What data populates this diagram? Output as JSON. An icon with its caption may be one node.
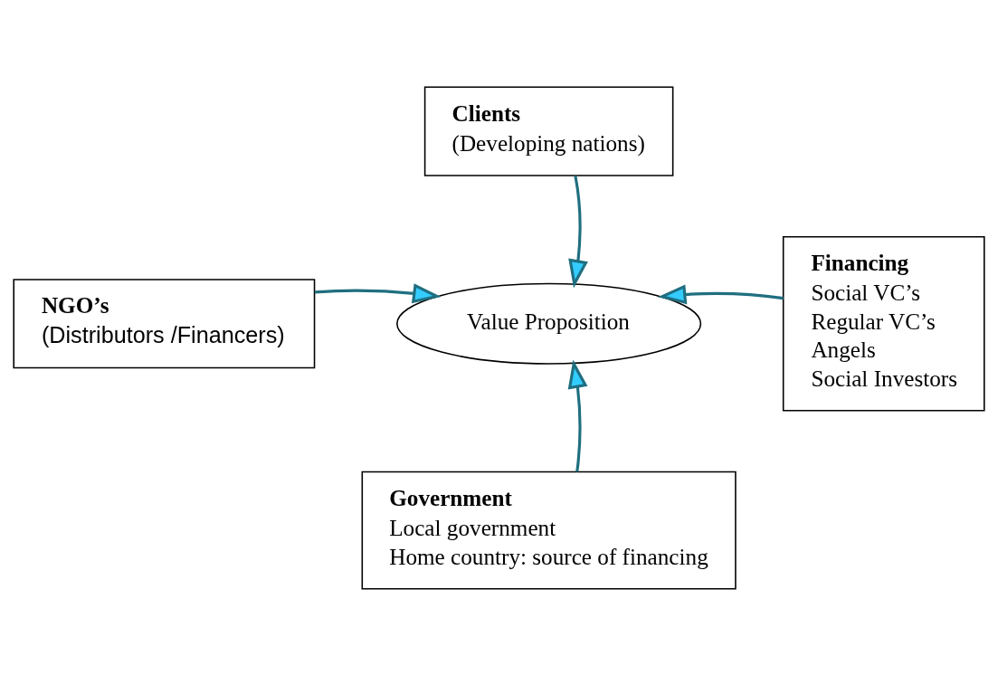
{
  "diagram": {
    "nodes": [
      {
        "text": [
          "Clients",
          "(Developing nations)"
        ]
      },
      {
        "text": [
          "NGO’s",
          "(Distributors /Financers)"
        ]
      },
      {
        "text": [
          "Value Proposition"
        ]
      },
      {
        "text": [
          "Financing",
          "Social VC’s",
          "Regular VC’s",
          "Angels",
          "Social Investors"
        ]
      },
      {
        "text": [
          "Government",
          "Local government",
          "Home country: source of financing"
        ]
      }
    ],
    "edges": [
      {
        "from": 0,
        "to": 2,
        "arrow": "to"
      },
      {
        "from": 1,
        "to": 2,
        "arrow": "to"
      },
      {
        "from": 3,
        "to": 2,
        "arrow": "to"
      },
      {
        "from": 4,
        "to": 2,
        "arrow": "to"
      }
    ]
  }
}
